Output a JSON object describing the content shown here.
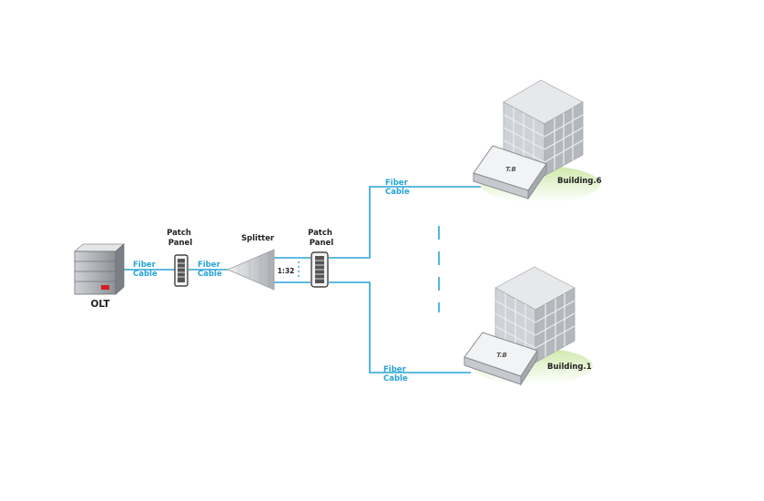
{
  "colors": {
    "fiber": "#29a3d6",
    "ground": "#c8e6a0",
    "building": "#c9ccd0",
    "olt_indicator": "#d22020"
  },
  "nodes": {
    "olt": {
      "label": "OLT",
      "icon": "server-icon"
    },
    "patch_panel_1": {
      "label_line1": "Patch",
      "label_line2": "Panel",
      "icon": "patch-panel-icon"
    },
    "splitter": {
      "label": "Splitter",
      "ratio": "1:32",
      "icon": "splitter-icon"
    },
    "patch_panel_2": {
      "label_line1": "Patch",
      "label_line2": "Panel",
      "icon": "patch-panel-icon"
    },
    "building_top": {
      "label": "Building.6",
      "box_label": "T.B",
      "icon": "building-icon"
    },
    "building_bottom": {
      "label": "Building.1",
      "box_label": "T.B",
      "icon": "building-icon"
    }
  },
  "links": {
    "olt_to_panel": {
      "line1": "Fiber",
      "line2": "Cable"
    },
    "panel_to_splitter": {
      "line1": "Fiber",
      "line2": "Cable"
    },
    "to_building_top": {
      "line1": "Fiber",
      "line2": "Cable"
    },
    "to_building_bottom": {
      "line1": "Fiber",
      "line2": "Cable"
    }
  }
}
